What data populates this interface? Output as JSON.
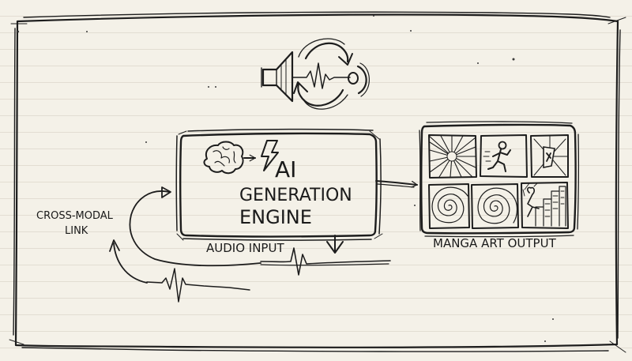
{
  "engine": {
    "title_line1": "AI",
    "title_line2": "GENERATION",
    "title_line3": "ENGINE"
  },
  "labels": {
    "audio_input": "AUDIO INPUT",
    "cross_modal_line1": "CROSS-MODAL",
    "cross_modal_line2": "LINK",
    "manga_output": "MANGA ART OUTPUT"
  },
  "icons": {
    "speaker": "speaker-icon",
    "sync": "sync-arrows-icon",
    "brain": "brain-icon",
    "lightning": "lightning-icon"
  },
  "manga_panels": [
    {
      "name": "panel-burst",
      "icon": "burst-icon"
    },
    {
      "name": "panel-runner",
      "icon": "runner-icon"
    },
    {
      "name": "panel-action",
      "icon": "action-figure-icon"
    },
    {
      "name": "panel-spiral-1",
      "icon": "spiral-icon"
    },
    {
      "name": "panel-spiral-2",
      "icon": "spiral-icon"
    },
    {
      "name": "panel-city",
      "icon": "city-icon"
    }
  ],
  "colors": {
    "ink": "#1d1d1d",
    "paper": "#f4f1e8",
    "ruled_line": "#e2ddd2"
  }
}
